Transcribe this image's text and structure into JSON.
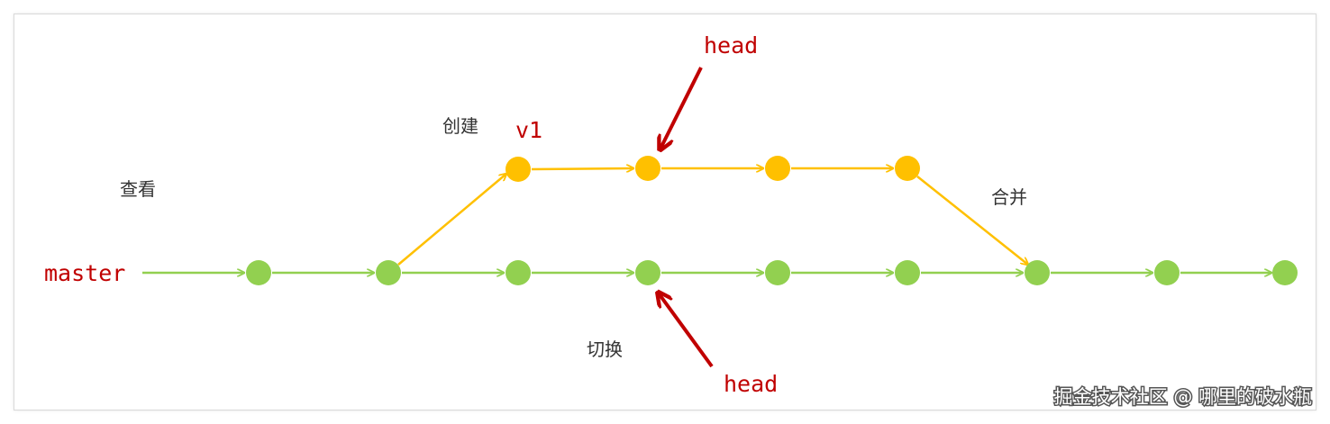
{
  "colors": {
    "green": "#92d050",
    "yellow": "#ffc000",
    "red": "#c00000",
    "text": "#333333"
  },
  "labels": {
    "master": "master",
    "v1": "v1",
    "head_top": "head",
    "head_bottom": "head",
    "view": "查看",
    "create": "创建",
    "merge": "合并",
    "switch": "切换"
  },
  "watermark": "掘金技术社区 @ 哪里的破水瓶"
}
